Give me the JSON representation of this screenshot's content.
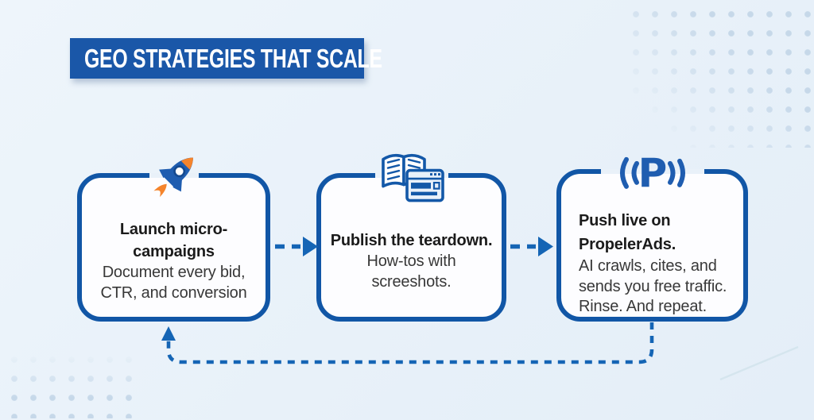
{
  "title": "GEO STRATEGIES THAT SCALE",
  "colors": {
    "banner_blue": "#1a57a8",
    "box_border_blue": "#1156a6",
    "arrow_blue": "#1565b5",
    "icon_blue": "#1f5db0",
    "icon_orange": "#f5842c",
    "background": "#e9f1f9"
  },
  "steps": [
    {
      "icon": "rocket-icon",
      "heading_lines": [
        "Launch micro-campaigns"
      ],
      "body_lines": [
        "Document every bid,",
        "CTR, and conversion"
      ]
    },
    {
      "icon": "book-screenshot-icon",
      "heading_lines": [
        "Publish the teardown."
      ],
      "body_lines": [
        "How-tos with",
        "screeshots."
      ]
    },
    {
      "icon": "propellerads-logo-icon",
      "heading_lines": [
        "Push live on",
        "PropelerAds."
      ],
      "body_lines": [
        "AI crawls, cites, and",
        "sends you free traffic.",
        "Rinse. And repeat."
      ]
    }
  ]
}
